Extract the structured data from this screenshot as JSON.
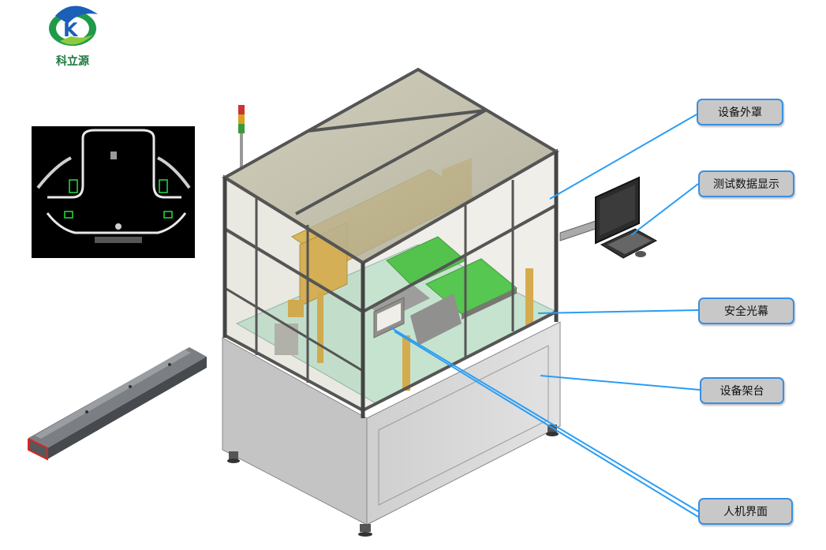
{
  "brand": {
    "name": "科立源"
  },
  "callouts": {
    "enclosure": "设备外罩",
    "display": "测试数据显示",
    "light_curtain": "安全光幕",
    "frame": "设备架台",
    "hmi": "人机界面"
  },
  "colors": {
    "callout_border": "#3a8fe0",
    "callout_fill": "#c8c8c8",
    "leader_line": "#2a9df4",
    "frame_steel": "#6b6f72",
    "glass": "#b9b7a2",
    "cabinet": "#d4d4d4",
    "conveyor": "#22c222",
    "gantry": "#e6b230",
    "base_plate": "#bfeedd"
  },
  "icons": [
    "logo-icon",
    "signal-tower-icon",
    "monitor-icon",
    "keyboard-icon"
  ]
}
